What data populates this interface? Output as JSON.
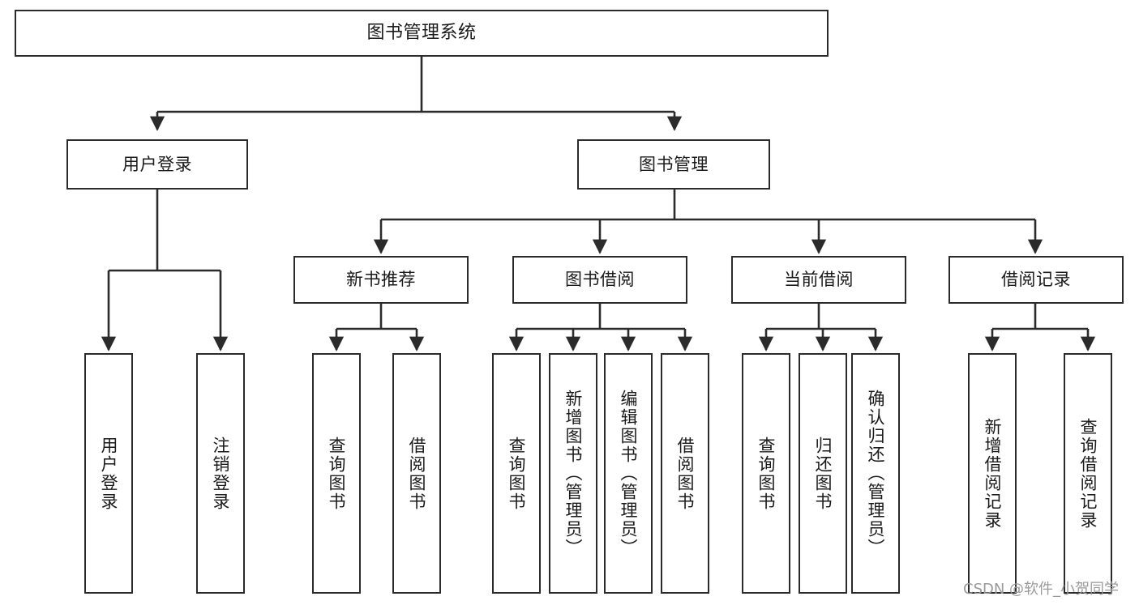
{
  "diagram": {
    "title": "图书管理系统",
    "type": "tree-hierarchy",
    "watermark": "CSDN @软件_小贺同学",
    "colors": {
      "stroke": "#2b2b2b",
      "fill": "#ffffff",
      "text": "#1a1a1a",
      "watermark": "#9a9a9a"
    }
  },
  "nodes": {
    "root": {
      "label": "图书管理系统"
    },
    "level2": [
      {
        "label": "用户登录"
      },
      {
        "label": "图书管理"
      }
    ],
    "level3": [
      {
        "label": "新书推荐"
      },
      {
        "label": "图书借阅"
      },
      {
        "label": "当前借阅"
      },
      {
        "label": "借阅记录"
      }
    ],
    "leaves": {
      "user_login": [
        {
          "label": "用户登录"
        },
        {
          "label": "注销登录"
        }
      ],
      "new_book_recommend": [
        {
          "label": "查询图书"
        },
        {
          "label": "借阅图书"
        }
      ],
      "book_borrow": [
        {
          "label": "查询图书"
        },
        {
          "label": "新增图书（管理员）"
        },
        {
          "label": "编辑图书（管理员）"
        },
        {
          "label": "借阅图书"
        }
      ],
      "current_borrow": [
        {
          "label": "查询图书"
        },
        {
          "label": "归还图书"
        },
        {
          "label": "确认归还（管理员）"
        }
      ],
      "borrow_record": [
        {
          "label": "新增借阅记录"
        },
        {
          "label": "查询借阅记录"
        }
      ]
    }
  }
}
